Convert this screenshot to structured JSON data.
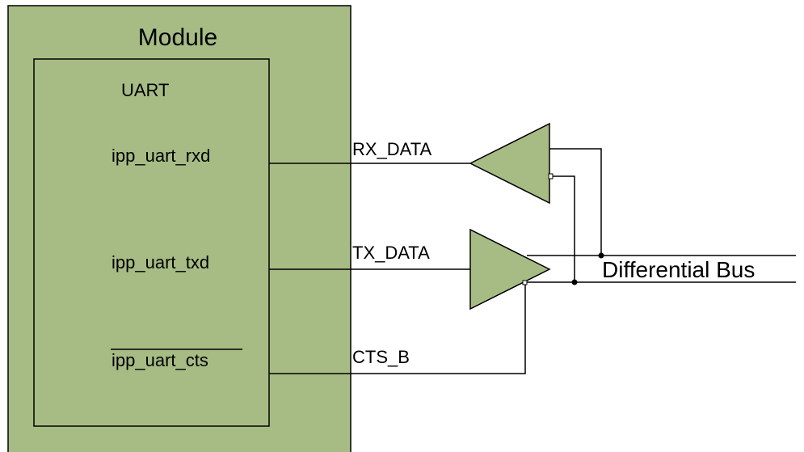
{
  "module": {
    "title": "Module"
  },
  "uart": {
    "title": "UART",
    "pins": {
      "rxd": "ipp_uart_rxd",
      "txd": "ipp_uart_txd",
      "cts": "ipp_uart_cts"
    }
  },
  "signals": {
    "rx": "RX_DATA",
    "tx": "TX_DATA",
    "cts": "CTS_B"
  },
  "bus": {
    "label": "Differential Bus"
  },
  "colors": {
    "block_fill": "#a7bc84",
    "line": "#000000"
  }
}
